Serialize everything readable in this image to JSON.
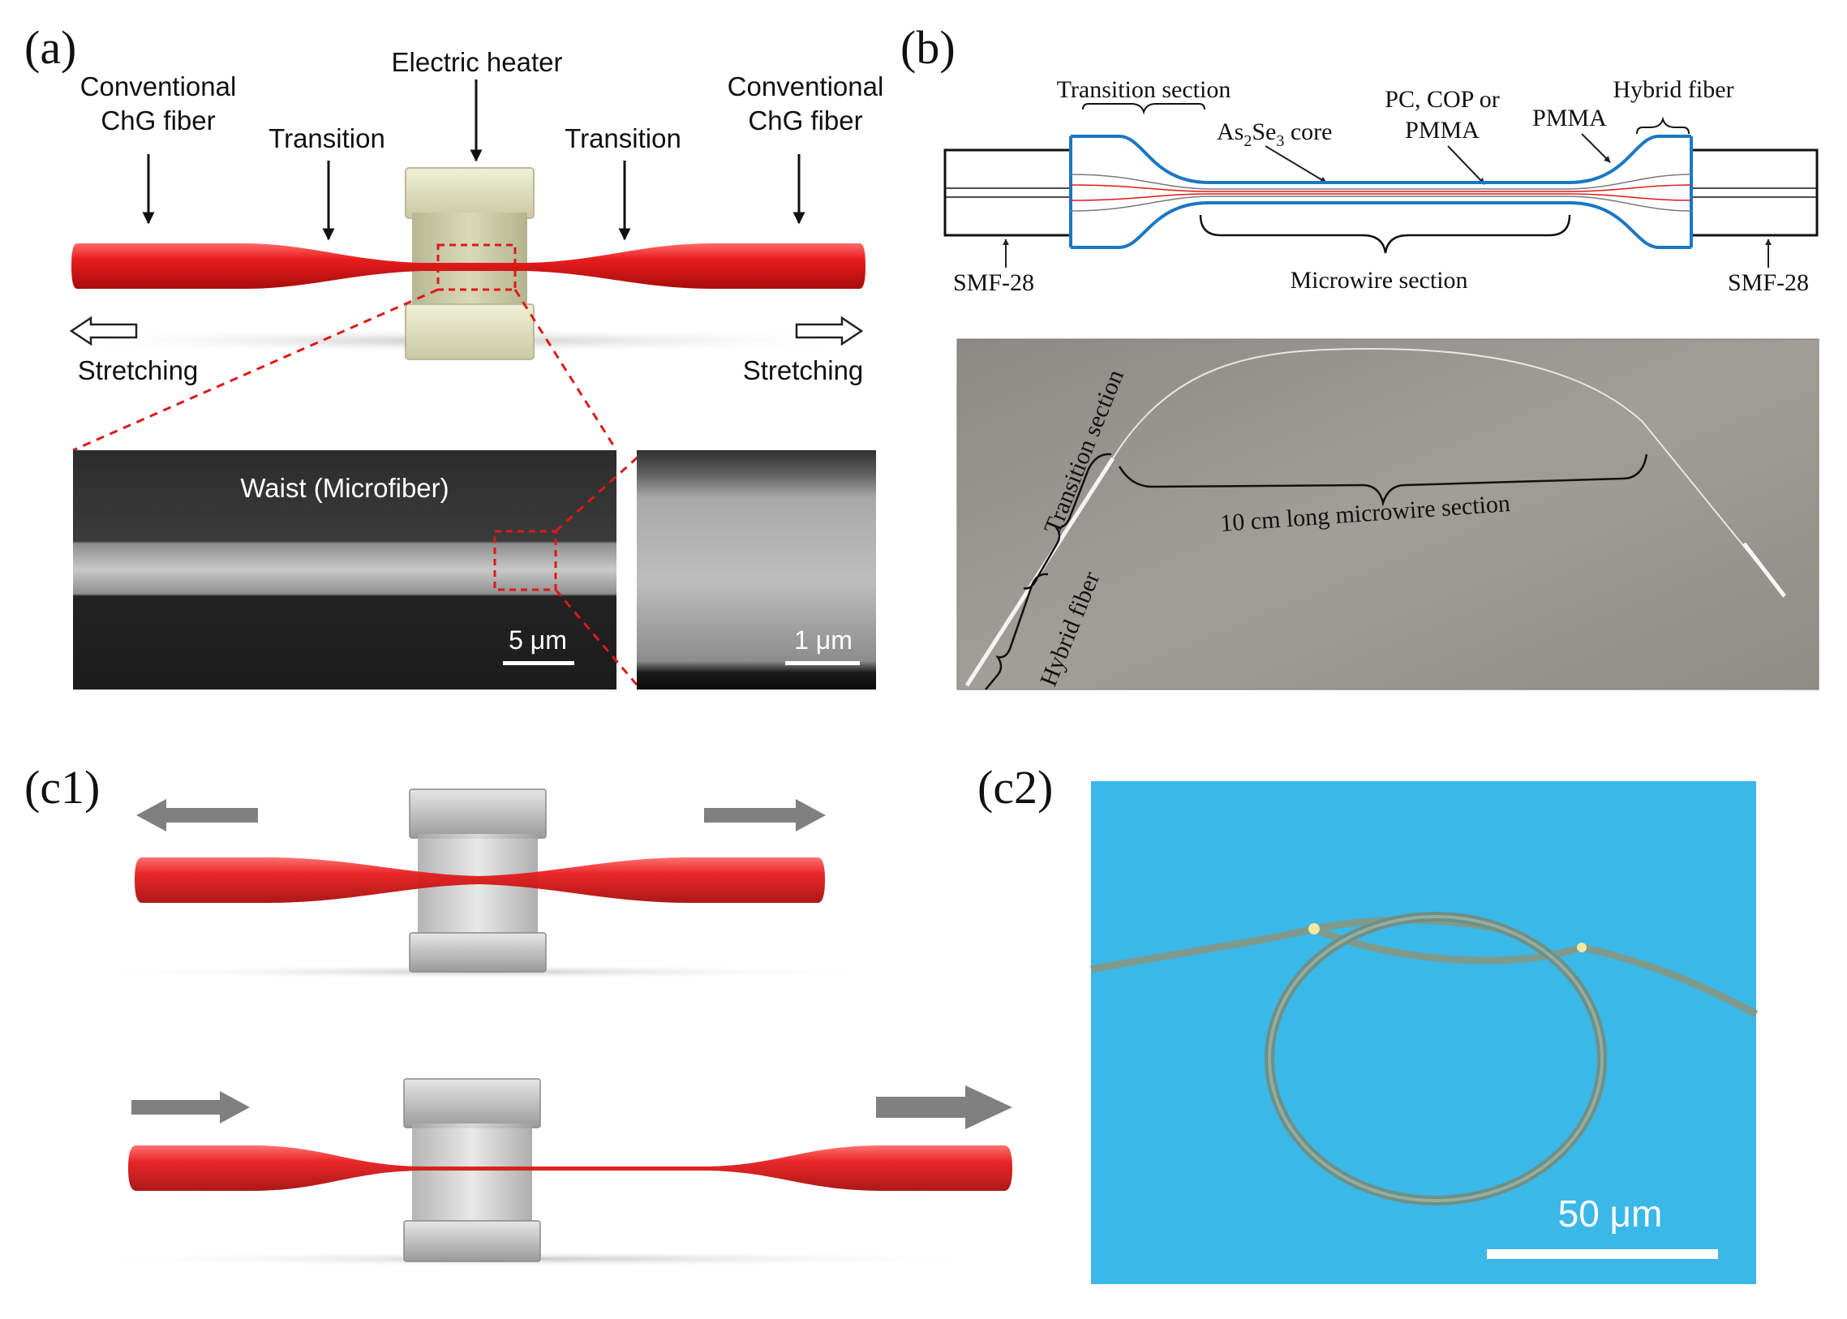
{
  "panels": {
    "a": {
      "label": "(a)",
      "heater_label": "Electric heater",
      "conv_left": [
        "Conventional",
        "ChG fiber"
      ],
      "conv_right": [
        "Conventional",
        "ChG fiber"
      ],
      "transition_left": "Transition",
      "transition_right": "Transition",
      "stretch_left": "Stretching",
      "stretch_right": "Stretching",
      "sem_title": "Waist (Microfiber)",
      "scale_main": "5 μm",
      "scale_zoom": "1 μm"
    },
    "b": {
      "label": "(b)",
      "transition_section": "Transition section",
      "core": "As",
      "core_sub": "2",
      "core_mid": "Se",
      "core_sub2": "3",
      "core_tail": " core",
      "cladding": [
        "PC, COP or",
        "PMMA"
      ],
      "hybrid": "Hybrid fiber",
      "pmma": "PMMA",
      "smf_left": "SMF-28",
      "smf_right": "SMF-28",
      "microwire": "Microwire section",
      "photo_transition": "Transition section",
      "photo_hybrid": "Hybrid fiber",
      "photo_microwire": "10 cm long microwire section"
    },
    "c1": {
      "label": "(c1)"
    },
    "c2": {
      "label": "(c2)",
      "scale": "50 μm"
    }
  },
  "colors": {
    "fiber_red": "#e41b1b",
    "heater_beige": "#dcdcb8",
    "heater_gray": "#b9b9b9",
    "diagram_blue": "#1a78c2",
    "c2_bg": "#3ab8e8",
    "arrow_gray": "#808080"
  }
}
